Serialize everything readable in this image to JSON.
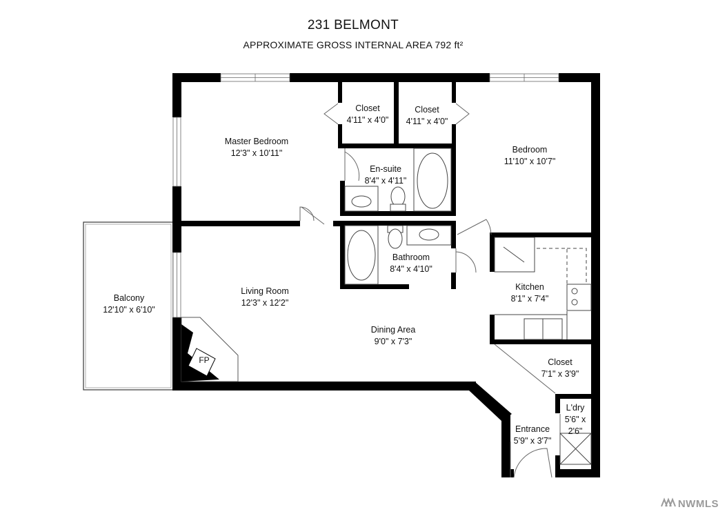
{
  "header": {
    "title": "231 BELMONT",
    "subtitle": "APPROXIMATE GROSS INTERNAL AREA 792 ft²"
  },
  "rooms": {
    "master_bedroom": {
      "name": "Master Bedroom",
      "size": "12'3\" x 10'11\""
    },
    "closet_left": {
      "name": "Closet",
      "size": "4'11\" x 4'0\""
    },
    "closet_right": {
      "name": "Closet",
      "size": "4'11\" x 4'0\""
    },
    "bedroom": {
      "name": "Bedroom",
      "size": "11'10\" x 10'7\""
    },
    "ensuite": {
      "name": "En-suite",
      "size": "8'4\" x 4'11\""
    },
    "bathroom": {
      "name": "Bathroom",
      "size": "8'4\" x 4'10\""
    },
    "balcony": {
      "name": "Balcony",
      "size": "12'10\" x 6'10\""
    },
    "living_room": {
      "name": "Living Room",
      "size": "12'3\" x 12'2\""
    },
    "kitchen": {
      "name": "Kitchen",
      "size": "8'1\" x 7'4\""
    },
    "dining_area": {
      "name": "Dining Area",
      "size": "9'0\" x 7'3\""
    },
    "closet_entry": {
      "name": "Closet",
      "size": "7'1\" x 3'9\""
    },
    "laundry": {
      "name": "L'dry",
      "size_line1": "5'6\" x",
      "size_line2": "2'6\""
    },
    "entrance": {
      "name": "Entrance",
      "size": "5'9\" x 3'7\""
    },
    "fireplace": {
      "name": "FP"
    }
  },
  "watermark": {
    "text": "NWMLS",
    "icon": "nwmls-logo-icon"
  },
  "colors": {
    "wall": "#000000",
    "fixture": "#555555",
    "background": "#ffffff"
  }
}
